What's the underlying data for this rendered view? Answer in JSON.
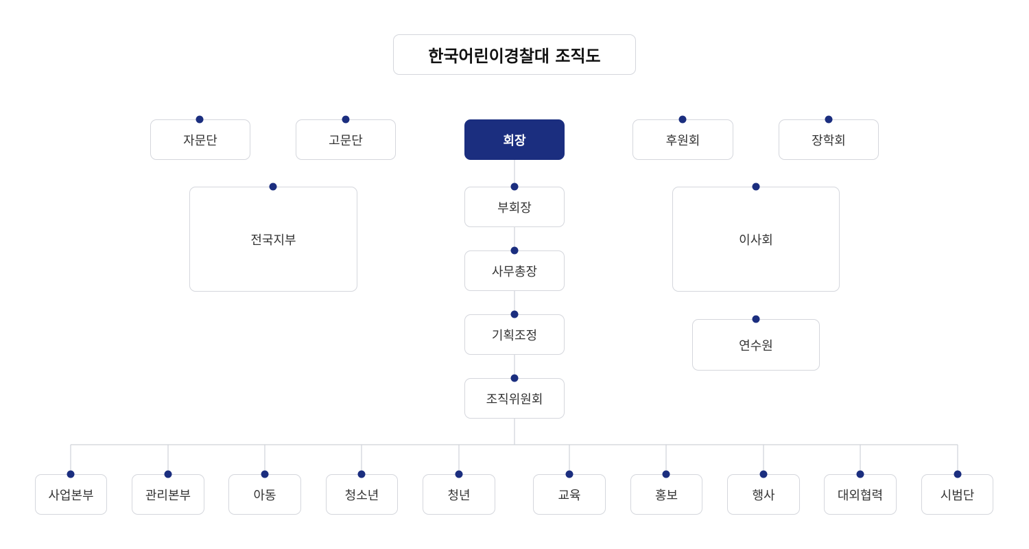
{
  "title": "한국어린이경찰대 조직도",
  "colors": {
    "accent": "#1b2e7f",
    "border": "#d4d6dc",
    "line": "#cfd2d8",
    "text": "#333333"
  },
  "top_row": {
    "advisory_board": "자문단",
    "counsel_group": "고문단",
    "president": "회장",
    "supporters": "후원회",
    "scholarship": "장학회"
  },
  "side": {
    "branches": "전국지부",
    "board_of_directors": "이사회",
    "training_center": "연수원"
  },
  "chain": {
    "vice_president": "부회장",
    "secretary_general": "사무총장",
    "planning": "기획조정",
    "organizing_committee": "조직위원회"
  },
  "departments": [
    "사업본부",
    "관리본부",
    "아동",
    "청소년",
    "청년",
    "교육",
    "홍보",
    "행사",
    "대외협력",
    "시범단"
  ]
}
